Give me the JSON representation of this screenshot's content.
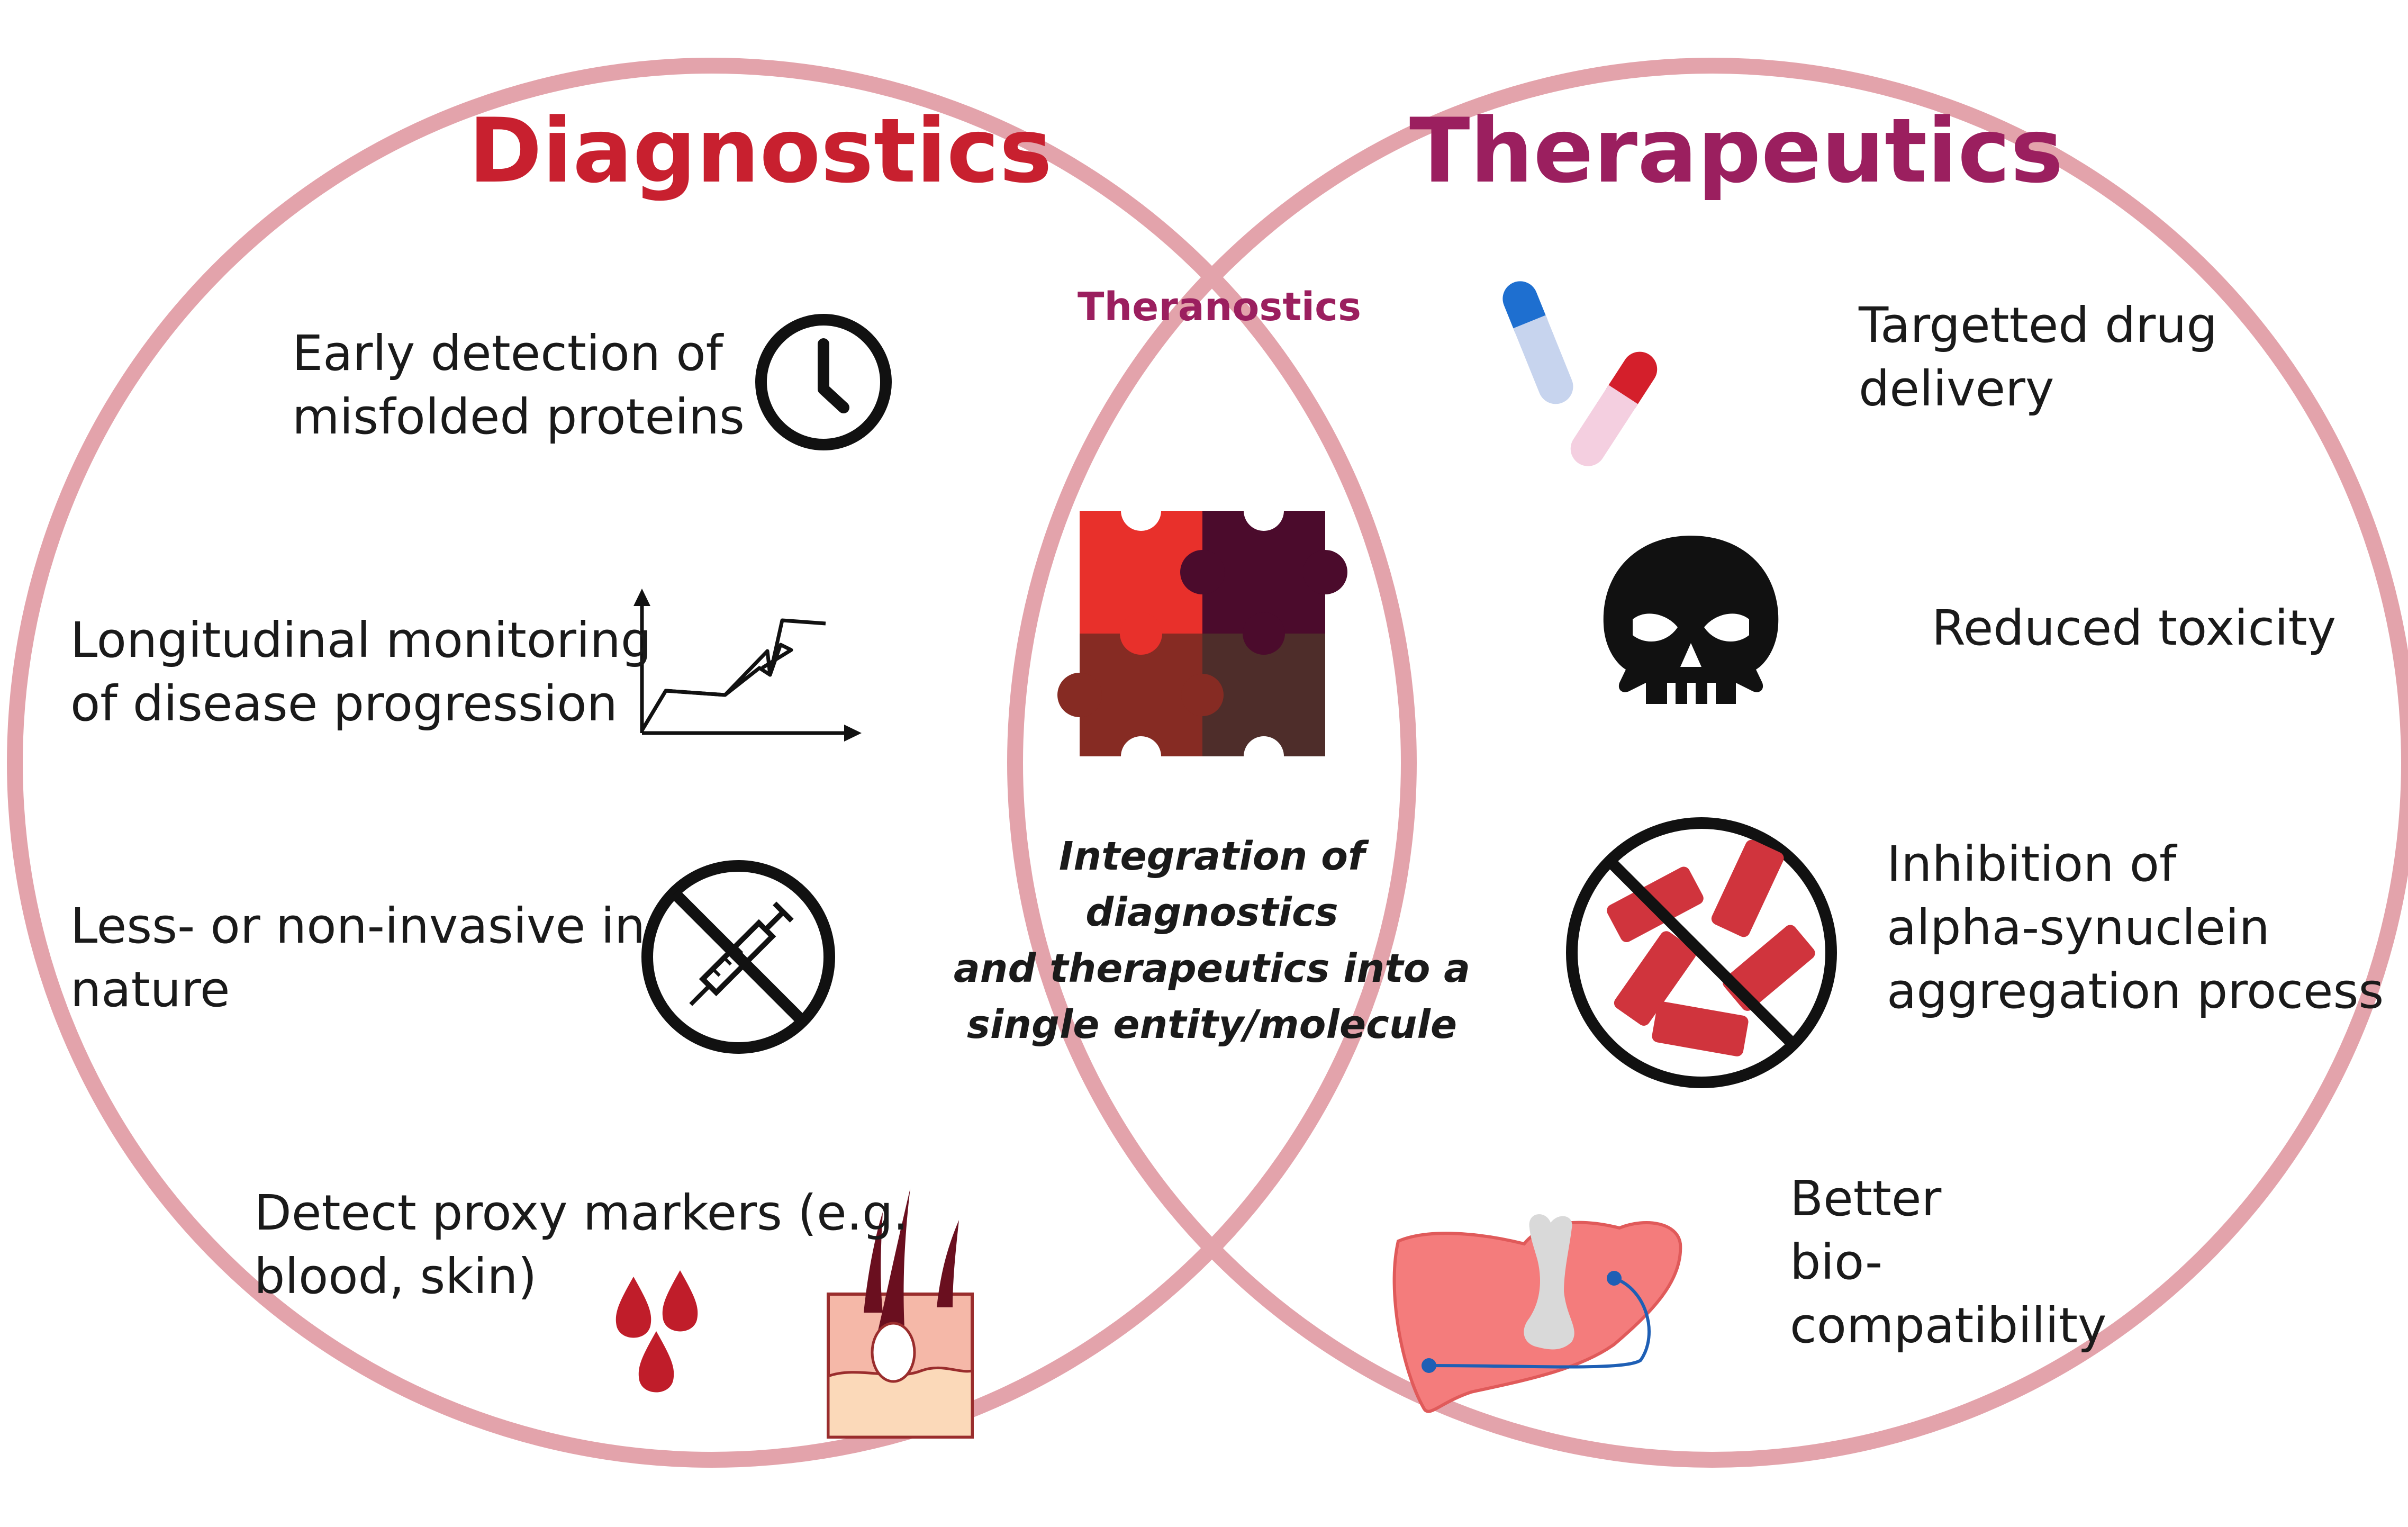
{
  "colors": {
    "circle_stroke": "#e3a3ab",
    "diagnostics_title": "#c8202f",
    "therapeutics_title": "#9b1f5f",
    "theranostics_title": "#9b1f5f",
    "puzzle_red": "#e8302b",
    "puzzle_dark_purple": "#4b0b2c",
    "puzzle_brown": "#862b23",
    "puzzle_dark_brown": "#4e2d2a",
    "blood": "#c01d2a",
    "skin": "#f5b8a8",
    "liver": "#f47c7c",
    "aggregate": "#d0343d",
    "capsule_blue": "#1e6fd0",
    "capsule_red": "#d41f2b",
    "icon_black": "#111111"
  },
  "diagnostics": {
    "title": "Diagnostics",
    "items": [
      {
        "text": "Early detection of\nmisfolded proteins",
        "icon": "clock-icon"
      },
      {
        "text": "Longitudinal monitoring\nof disease progression",
        "icon": "line-graph-icon"
      },
      {
        "text": "Less- or non-invasive in\nnature",
        "icon": "no-syringe-icon"
      },
      {
        "text": "Detect proxy markers (e.g.\nblood, skin)",
        "icon": "blood-drops-icon"
      }
    ]
  },
  "therapeutics": {
    "title": "Therapeutics",
    "items": [
      {
        "text": "Targetted drug\ndelivery",
        "icon": "capsules-icon"
      },
      {
        "text": "Reduced toxicity",
        "icon": "skull-icon"
      },
      {
        "text": "Inhibition of\nalpha-synuclein\naggregation process",
        "icon": "no-aggregates-icon"
      },
      {
        "text": "Better\nbio-\ncompatibility",
        "icon": "liver-icon"
      }
    ]
  },
  "theranostics": {
    "title": "Theranostics",
    "note": "Integration of diagnostics\nand therapeutics into a\nsingle entity/molecule",
    "icon": "puzzle-icon"
  }
}
